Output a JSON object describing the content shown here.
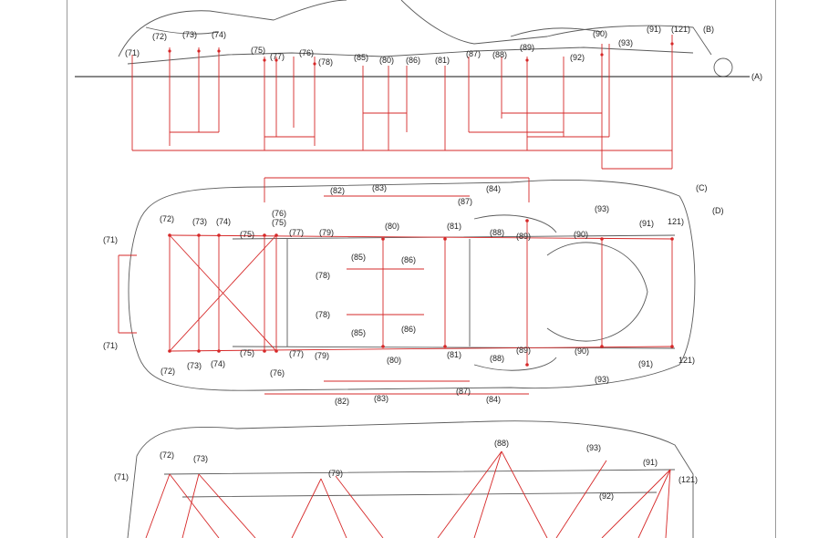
{
  "side_view": {
    "c71": "(71)",
    "c72": "(72)",
    "c73": "(73)",
    "c74": "(74)",
    "c75": "(75)",
    "c77": "(77)",
    "c76": "(76)",
    "c78": "(78)",
    "c85": "(85)",
    "c80": "(80)",
    "c86": "(86)",
    "c81": "(81)",
    "c87": "(87)",
    "c88": "(88)",
    "c89": "(89)",
    "c92": "(92)",
    "c90": "(90)",
    "c93": "(93)",
    "c91": "(91)",
    "c121": "(121)",
    "ref_b": "(B)",
    "ref_a": "(A)"
  },
  "underside_view": {
    "c82_top": "(82)",
    "c83_top": "(83)",
    "c84_top": "(84)",
    "c87_top": "(87)",
    "ref_c": "(C)",
    "ref_d": "(D)",
    "c72": "(72)",
    "c73": "(73)",
    "c74": "(74)",
    "c76": "(76)",
    "c75_small": "(75)",
    "c75": "(75)",
    "c77": "(77)",
    "c79": "(79)",
    "c80": "(80)",
    "c81": "(81)",
    "c88": "(88)",
    "c89": "(89)",
    "c93": "(93)",
    "c90": "(90)",
    "c91": "(91)",
    "c121": "121)",
    "c71": "(71)",
    "c78": "(78)",
    "c85": "(85)",
    "c86": "(86)",
    "c78_b": "(78)",
    "c85_b": "(85)",
    "c86_b": "(86)",
    "c71_b": "(71)",
    "c75_b": "(75)",
    "c77_b": "(77)",
    "c79_b": "(79)",
    "c80_b": "(80)",
    "c81_b": "(81)",
    "c88_b": "(88)",
    "c89_b": "(89)",
    "c90_b": "(90)",
    "c72_b": "(72)",
    "c73_b": "(73)",
    "c74_b": "(74)",
    "c76_b": "(76)",
    "c91_b": "(91)",
    "c121_b": "121)",
    "c93_b": "(93)",
    "c87_b": "(87)",
    "c82_b": "(82)",
    "c83_b": "(83)",
    "c84_b": "(84)"
  },
  "perspective_view": {
    "c72": "(72)",
    "c73": "(73)",
    "c71": "(71)",
    "c79": "(79)",
    "c88": "(88)",
    "c93": "(93)",
    "c91": "(91)",
    "c121": "(121)",
    "c92": "(92)"
  },
  "colors": {
    "dimension_line": "#d62828",
    "body_outline": "#5a5a5a",
    "background": "#ffffff"
  }
}
